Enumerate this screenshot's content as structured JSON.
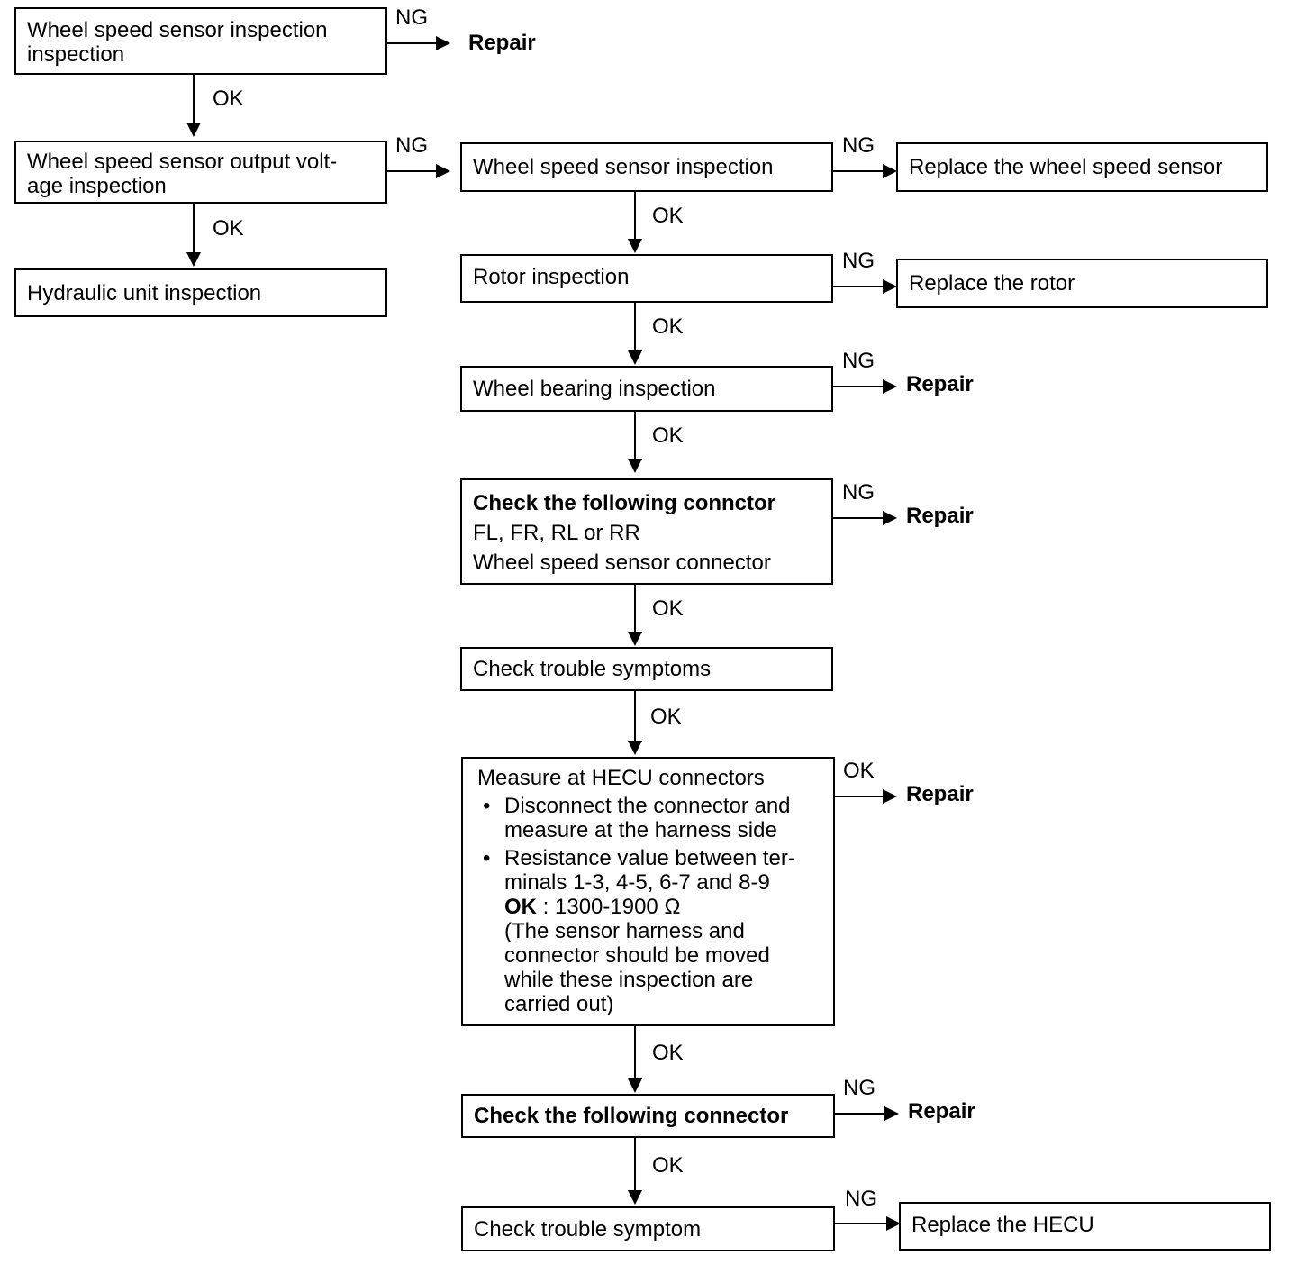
{
  "flowchart": {
    "boxes": {
      "wss_inspection_top": {
        "line1": "Wheel speed sensor inspection",
        "line2": "inspection"
      },
      "wss_output_voltage": {
        "line1": "Wheel speed sensor output volt-",
        "line2": "age inspection"
      },
      "hydraulic_unit": {
        "text": "Hydraulic unit inspection"
      },
      "wss_inspection": {
        "text": "Wheel speed sensor inspection"
      },
      "replace_wss": {
        "text": "Replace the wheel speed sensor"
      },
      "rotor_inspection": {
        "text": "Rotor inspection"
      },
      "replace_rotor": {
        "text": "Replace the rotor"
      },
      "wheel_bearing": {
        "text": "Wheel bearing inspection"
      },
      "check_connector_1": {
        "title": "Check the following connctor",
        "line2": "FL, FR, RL or RR",
        "line3": "Wheel speed sensor connector"
      },
      "check_symptoms_1": {
        "text": "Check trouble symptoms"
      },
      "measure_hecu": {
        "title": "Measure at HECU connectors",
        "bullet1_a": "Disconnect the connector and",
        "bullet1_b": "measure at the harness side",
        "bullet2_a": "Resistance value between ter-",
        "bullet2_b": "minals 1-3, 4-5, 6-7 and 8-9",
        "ok_label": "OK",
        "ok_value": ": 1300-1900 Ω",
        "note_1": "(The sensor harness and",
        "note_2": "connector should be moved",
        "note_3": "while these inspection are",
        "note_4": "carried out)"
      },
      "check_connector_2": {
        "text": "Check the following connector"
      },
      "check_symptom_2": {
        "text": "Check trouble symptom"
      },
      "replace_hecu": {
        "text": "Replace the HECU"
      }
    },
    "results": {
      "repair_1": "Repair",
      "repair_2": "Repair",
      "repair_3": "Repair",
      "repair_4": "Repair",
      "repair_5": "Repair"
    },
    "edge_labels": {
      "ng_1": "NG",
      "ok_1": "OK",
      "ng_2": "NG",
      "ok_2": "OK",
      "ng_3": "NG",
      "ok_3": "OK",
      "ng_4": "NG",
      "ok_4": "OK",
      "ng_5": "NG",
      "ok_5": "OK",
      "ng_6": "NG",
      "ok_6": "OK",
      "ok_7": "OK",
      "ok_8": "OK",
      "ok_9": "OK",
      "ng_7": "NG",
      "ng_8": "NG"
    }
  }
}
